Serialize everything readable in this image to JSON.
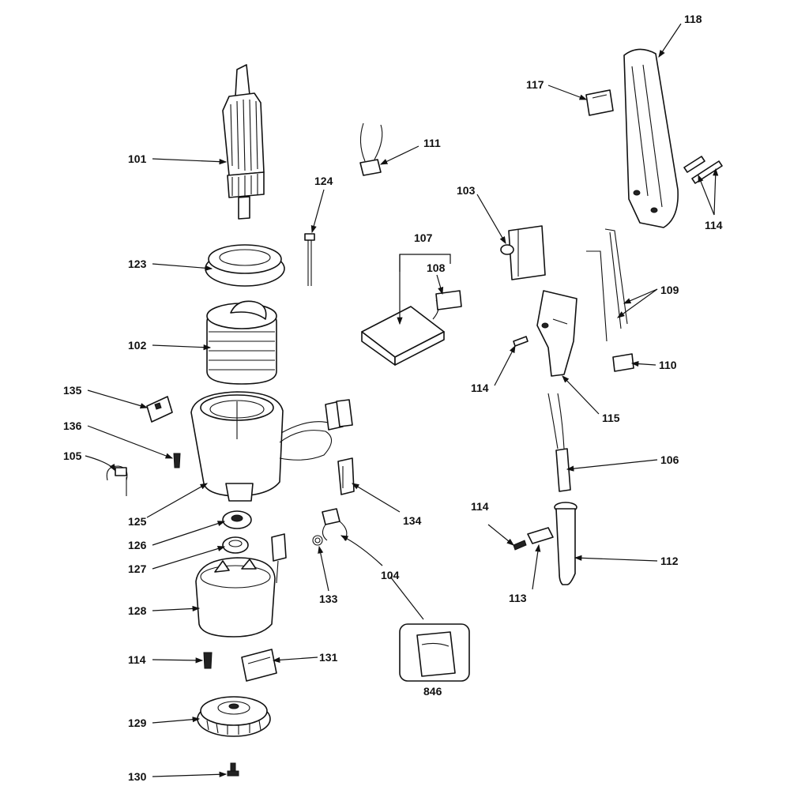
{
  "callouts": {
    "c101": "101",
    "c102": "102",
    "c103": "103",
    "c104": "104",
    "c105": "105",
    "c106": "106",
    "c107": "107",
    "c108": "108",
    "c109": "109",
    "c110": "110",
    "c111": "111",
    "c112": "112",
    "c113": "113",
    "c114": "114",
    "c115": "115",
    "c117": "117",
    "c118": "118",
    "c123": "123",
    "c124": "124",
    "c125": "125",
    "c126": "126",
    "c127": "127",
    "c128": "128",
    "c129": "129",
    "c130": "130",
    "c131": "131",
    "c133": "133",
    "c134": "134",
    "c135": "135",
    "c136": "136",
    "c846": "846"
  }
}
